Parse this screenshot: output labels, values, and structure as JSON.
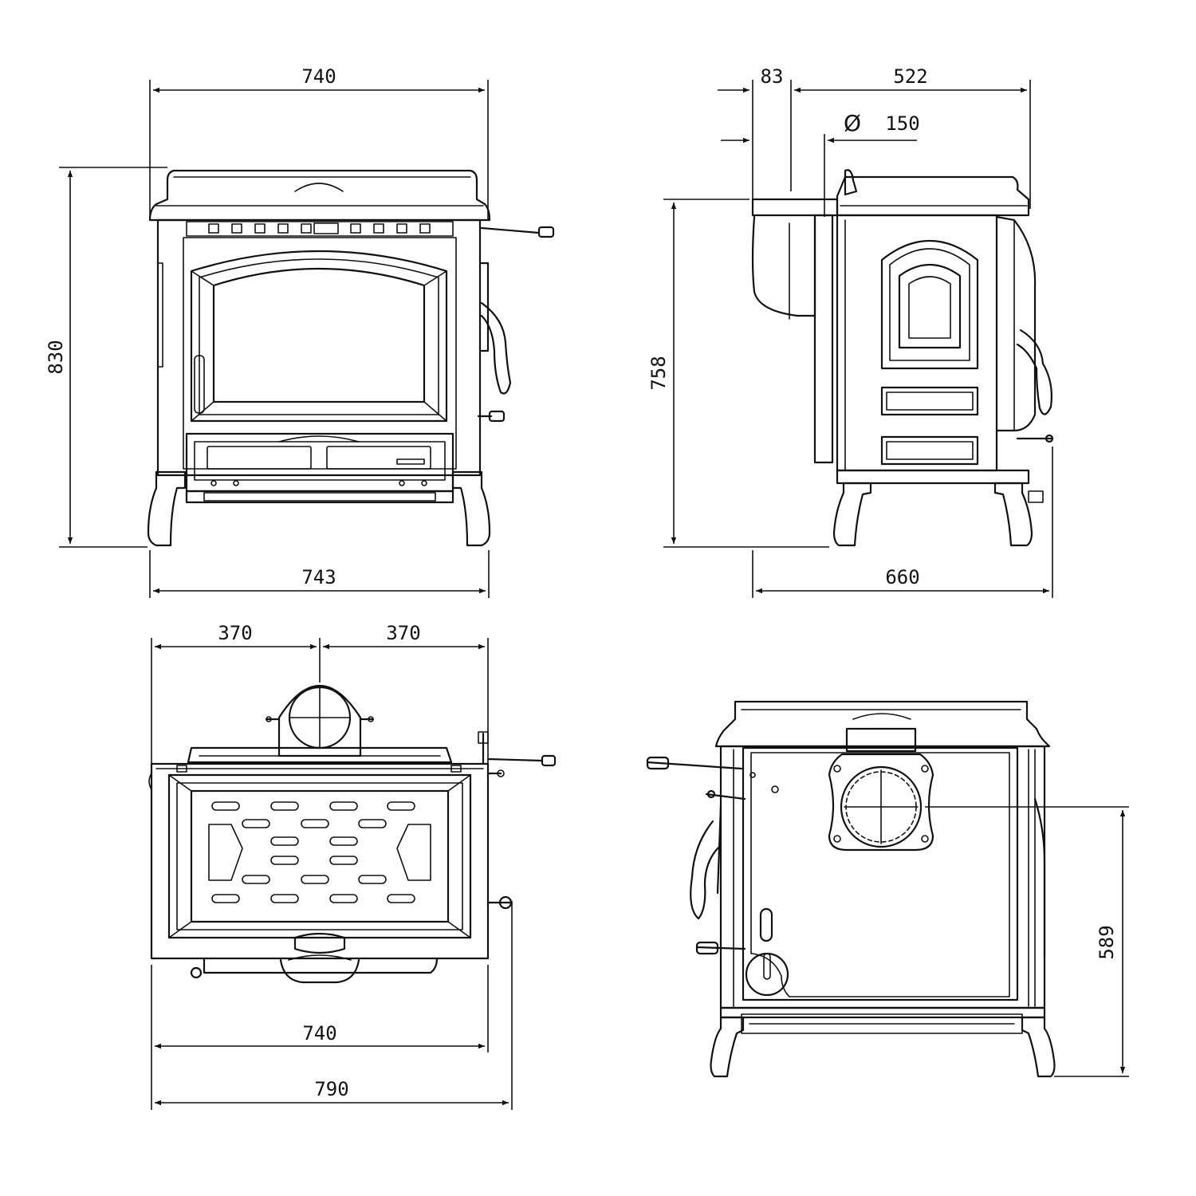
{
  "front": {
    "top_width": "740",
    "bottom_width": "743",
    "height": "830"
  },
  "side": {
    "offset": "83",
    "depth_top": "522",
    "diameter_symbol": "Ø",
    "flue_diameter": "150",
    "height": "758",
    "depth_bottom": "660"
  },
  "top_view": {
    "half_left": "370",
    "half_right": "370",
    "width_inner": "740",
    "width_outer": "790"
  },
  "rear": {
    "flue_height": "589"
  }
}
